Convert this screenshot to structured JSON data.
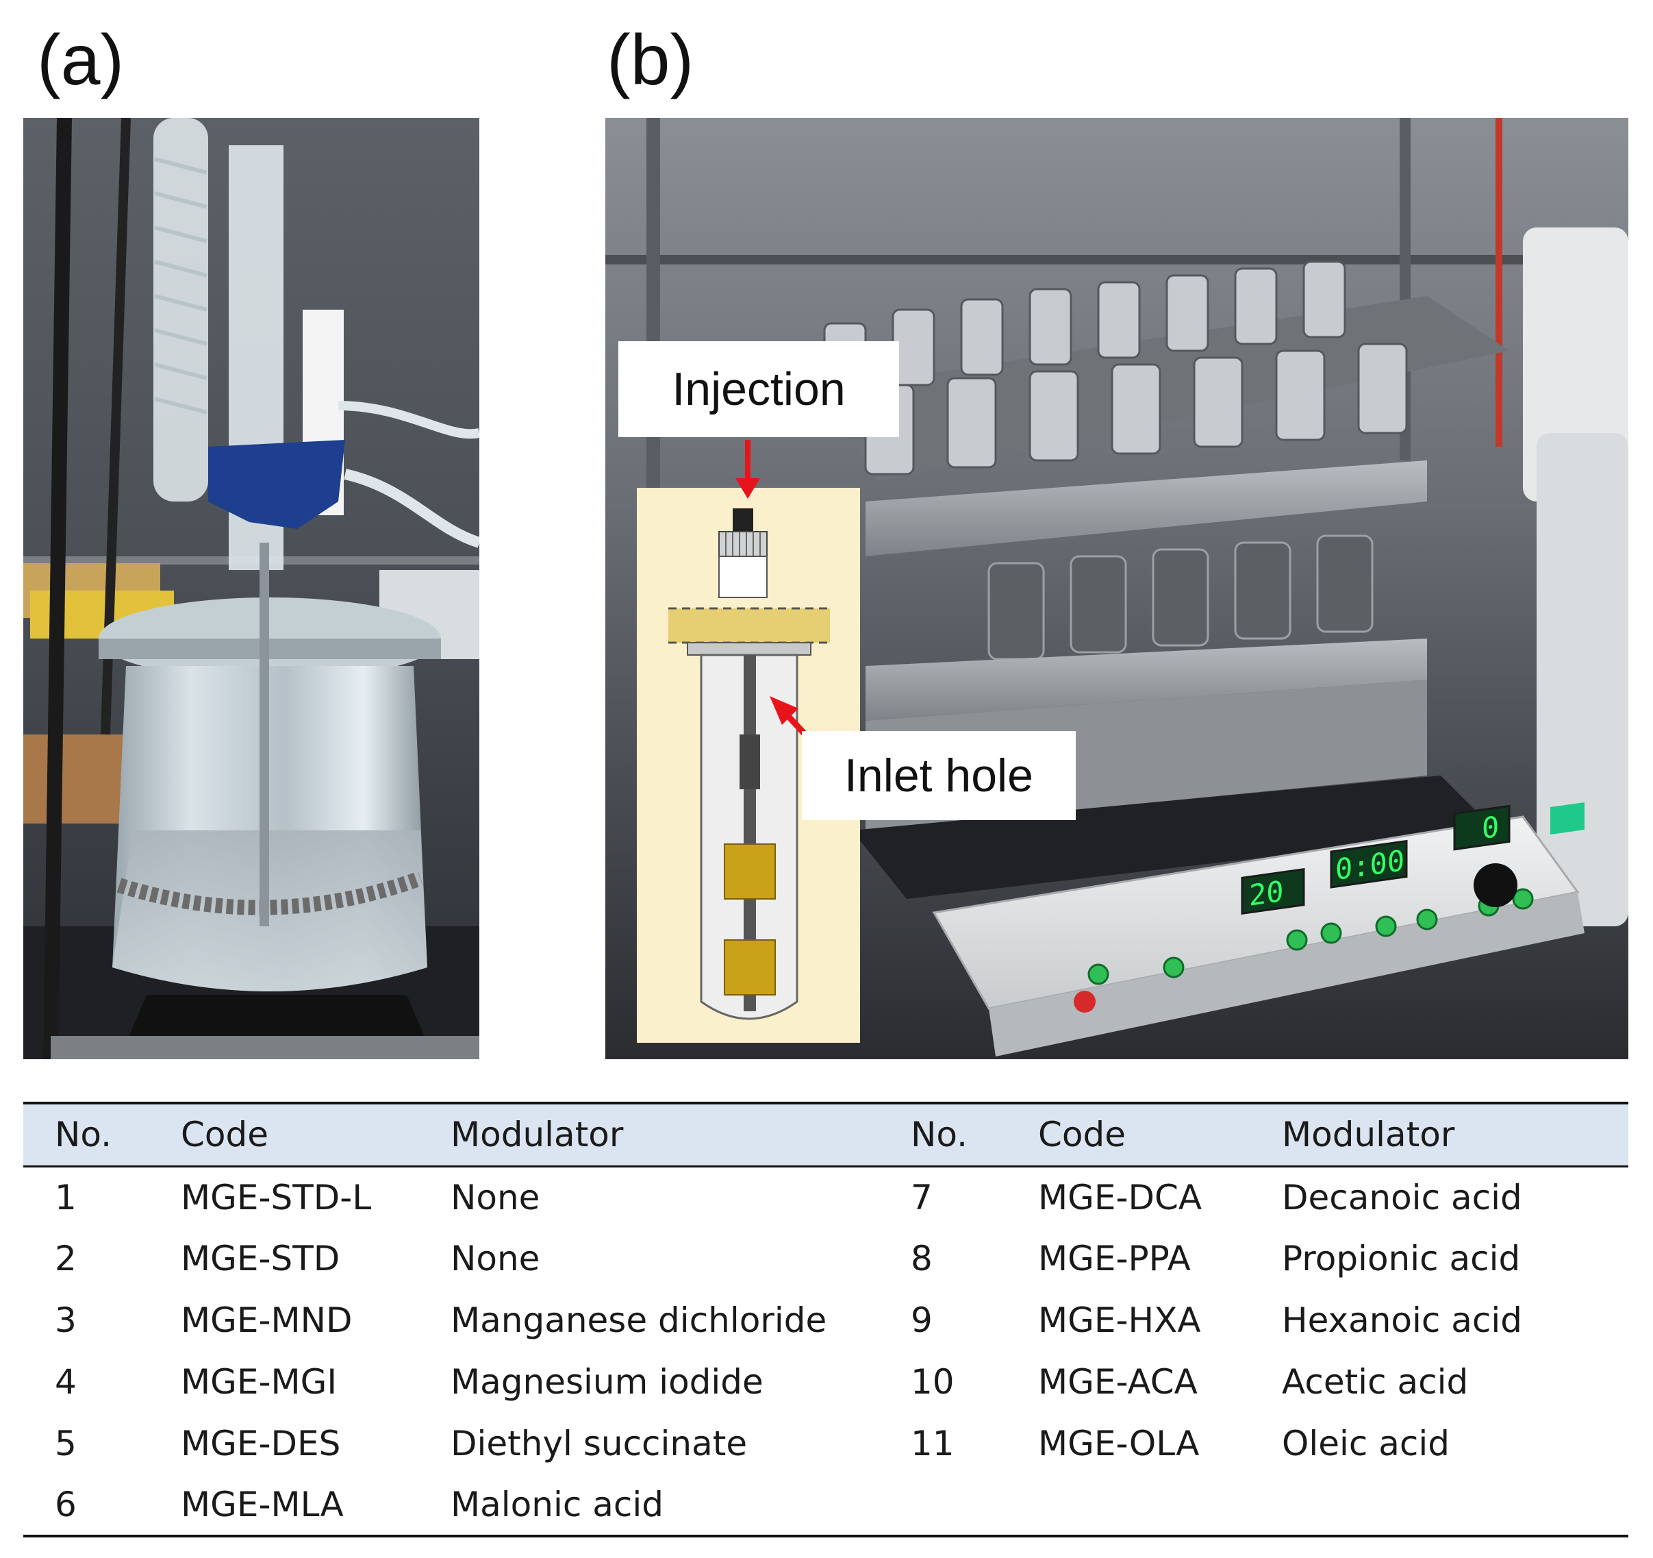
{
  "figure": {
    "panel_a_label": "(a)",
    "panel_b_label": "(b)",
    "callouts": {
      "injection": "Injection",
      "inlet_hole": "Inlet hole"
    },
    "device_display": {
      "temp": "20",
      "time": "0:00",
      "speed": "0"
    },
    "colors": {
      "arrow": "#e8141b",
      "schematic_bg": "#fbf0cc",
      "magnet": "#c9a21a",
      "display_green": "#33ff66"
    }
  },
  "table": {
    "headers": [
      "No.",
      "Code",
      "Modulator",
      "No.",
      "Code",
      "Modulator"
    ],
    "rows": [
      [
        "1",
        "MGE-STD-L",
        "None",
        "7",
        "MGE-DCA",
        "Decanoic acid"
      ],
      [
        "2",
        "MGE-STD",
        "None",
        "8",
        "MGE-PPA",
        "Propionic acid"
      ],
      [
        "3",
        "MGE-MND",
        "Manganese dichloride",
        "9",
        "MGE-HXA",
        "Hexanoic acid"
      ],
      [
        "4",
        "MGE-MGI",
        "Magnesium iodide",
        "10",
        "MGE-ACA",
        "Acetic acid"
      ],
      [
        "5",
        "MGE-DES",
        "Diethyl succinate",
        "11",
        "MGE-OLA",
        "Oleic acid"
      ],
      [
        "6",
        "MGE-MLA",
        "Malonic acid",
        "",
        "",
        ""
      ]
    ]
  }
}
